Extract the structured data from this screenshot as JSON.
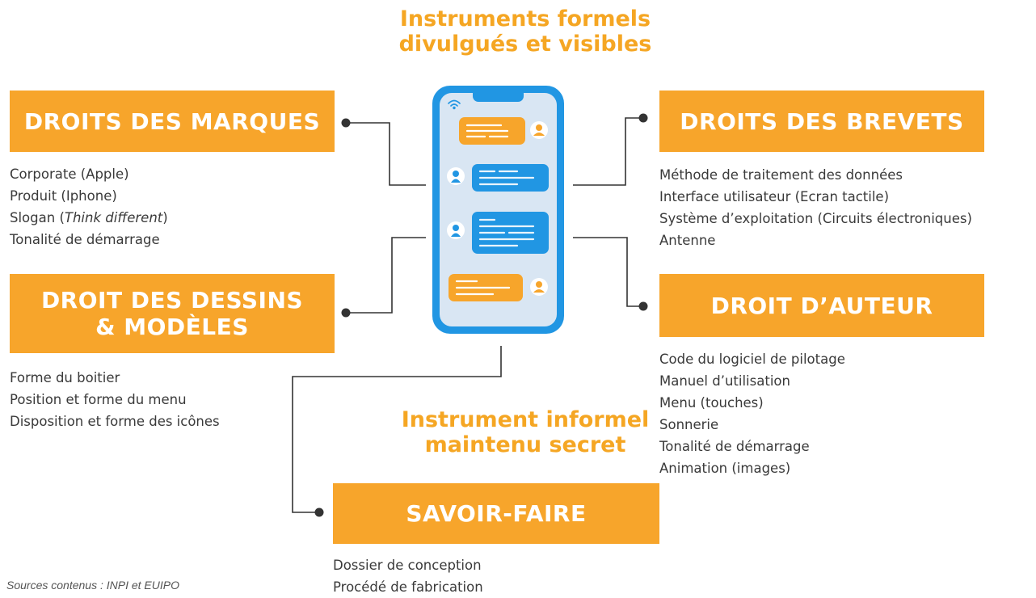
{
  "headings": {
    "formal_line1": "Instruments formels",
    "formal_line2": "divulgués et visibles",
    "informal_line1": "Instrument informel",
    "informal_line2": "maintenu secret"
  },
  "boxes": {
    "marques": "DROITS DES MARQUES",
    "dessins_line1": "DROIT DES DESSINS",
    "dessins_line2": "& MODÈLES",
    "brevets": "DROITS DES BREVETS",
    "auteur": "DROIT D’AUTEUR",
    "savoir": "SAVOIR-FAIRE"
  },
  "lists": {
    "marques": [
      "Corporate (Apple)",
      "Produit (Iphone)",
      "Slogan (",
      "Think different",
      ")",
      "Tonalité de démarrage"
    ],
    "dessins": [
      "Forme du boitier",
      "Position et forme du menu",
      "Disposition et forme des icônes"
    ],
    "brevets": [
      "Méthode de traitement des données",
      "Interface utilisateur (Ecran tactile)",
      "Système d’exploitation (Circuits électroniques)",
      "Antenne"
    ],
    "auteur": [
      "Code du logiciel de pilotage",
      "Manuel d’utilisation",
      "Menu (touches)",
      "Sonnerie",
      "Tonalité de démarrage",
      "Animation (images)"
    ],
    "savoir": [
      "Dossier de conception",
      "Procédé de fabrication"
    ]
  },
  "sources": "Sources contenus : INPI et EUIPO",
  "colors": {
    "accent": "#f7a52b",
    "phone_blue": "#2196e3",
    "connector": "#333333"
  },
  "icons": [
    "smartphone-icon",
    "wifi-icon",
    "user-avatar-icon"
  ]
}
